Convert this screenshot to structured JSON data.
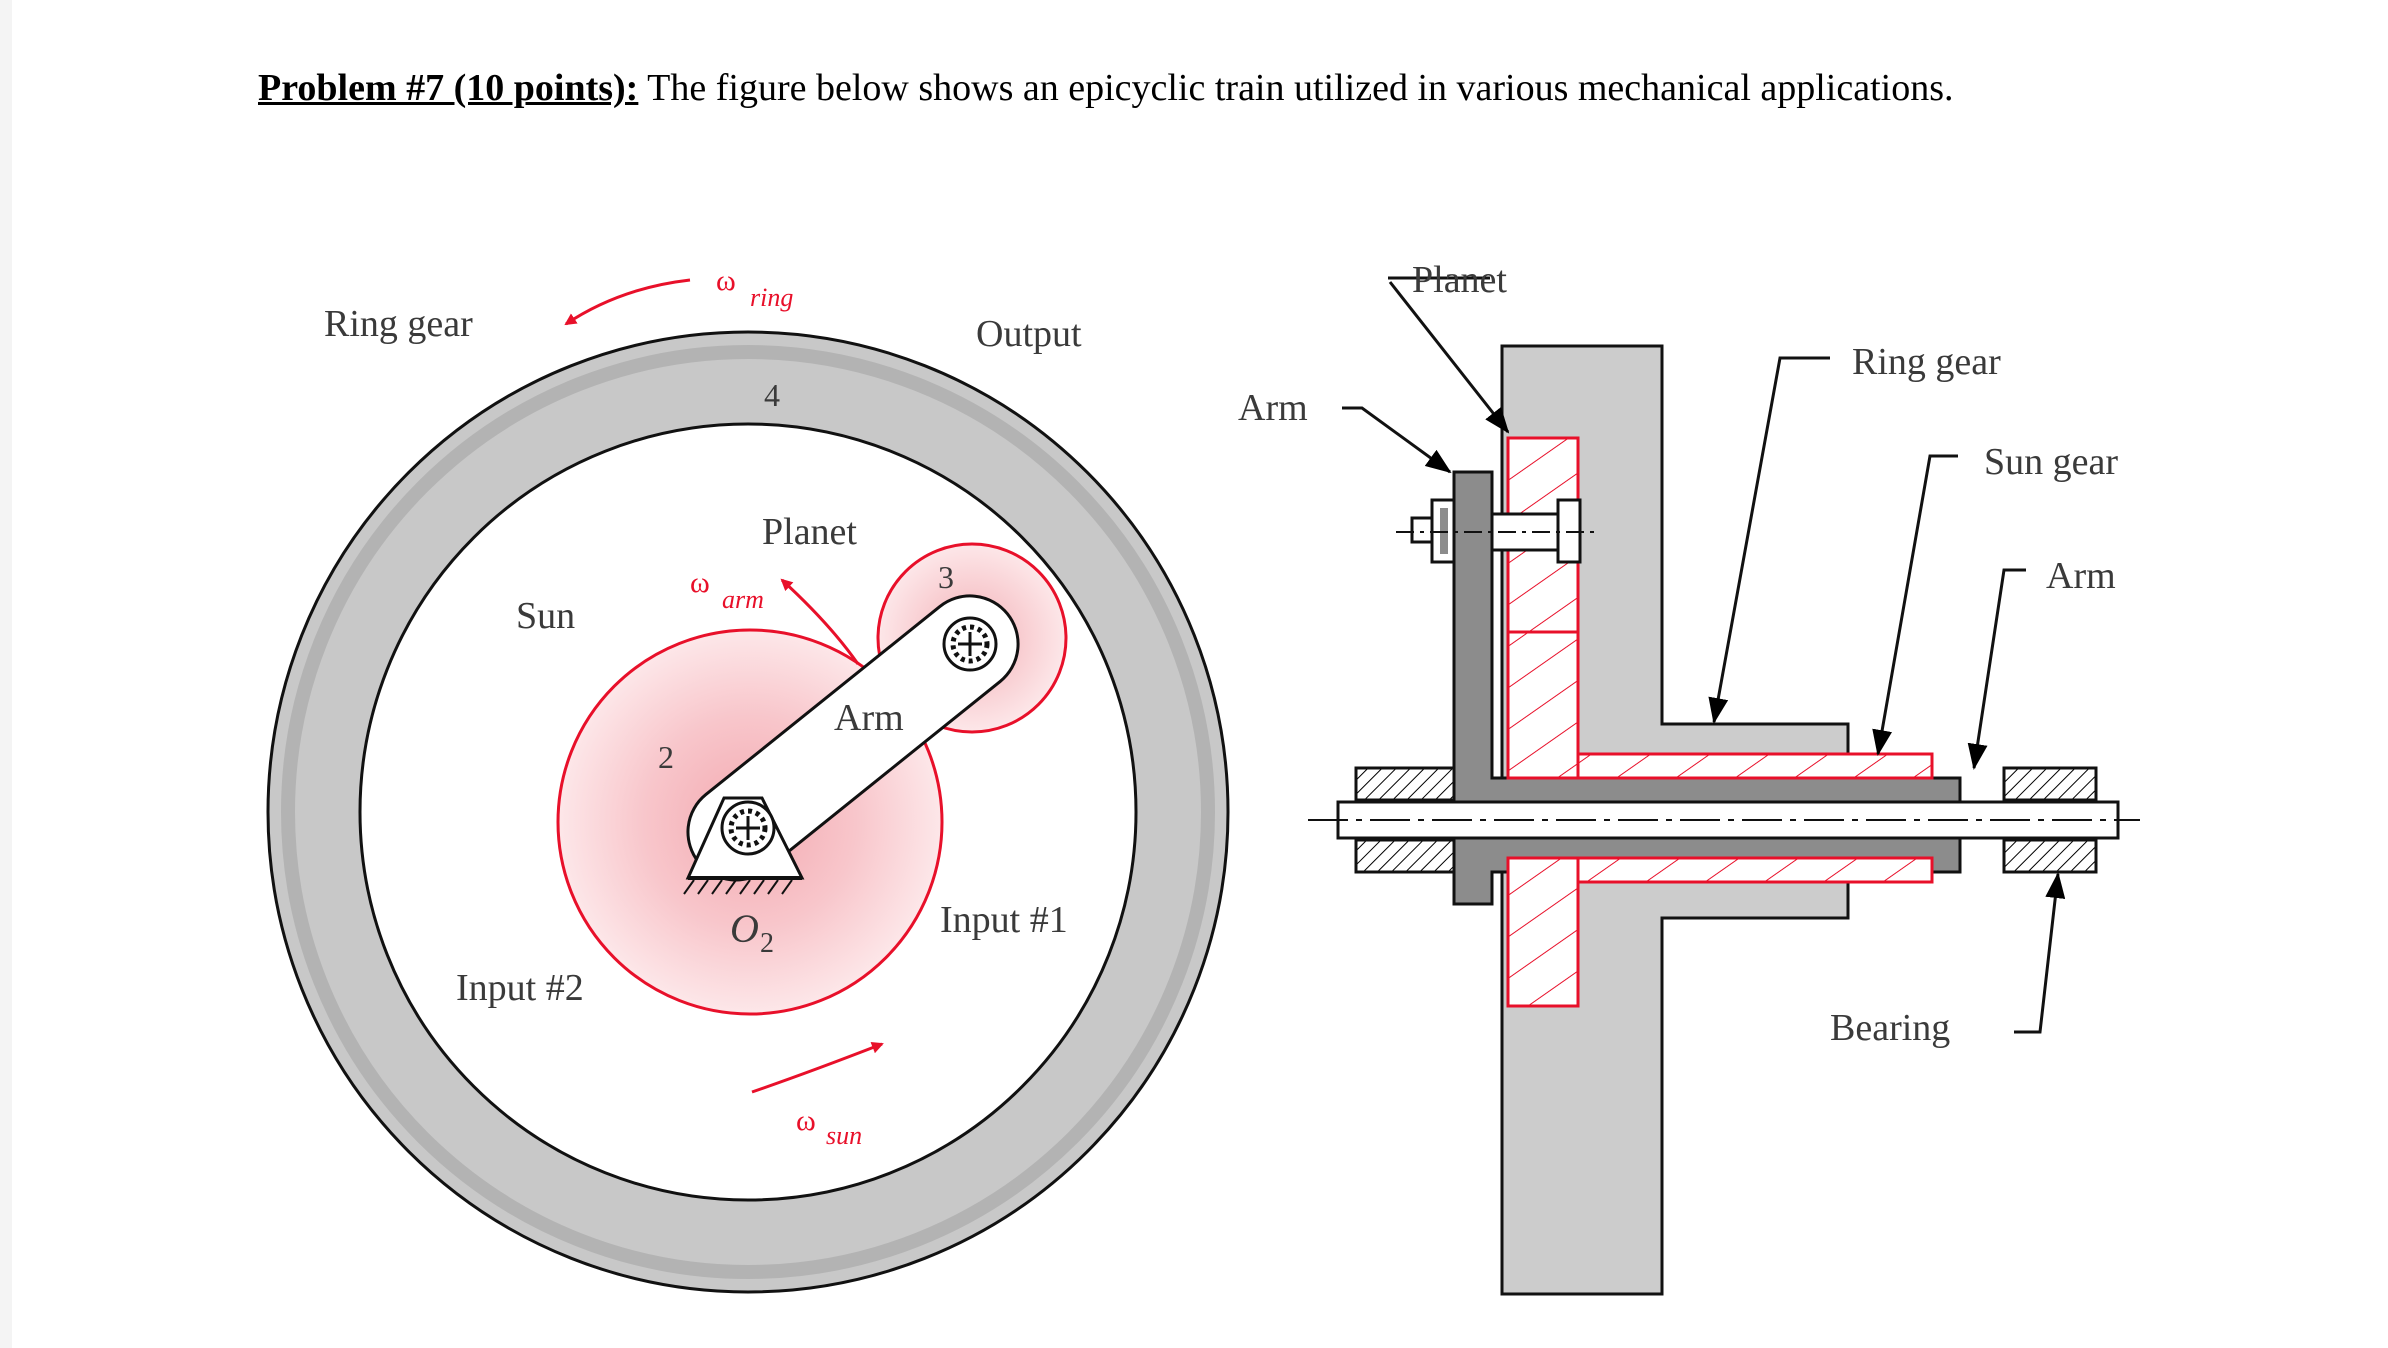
{
  "problem": {
    "label": "Problem #7 (10 points):",
    "text": " The figure below shows an epicyclic train utilized in various mechanical applications."
  },
  "left_view": {
    "ring_gear": "Ring gear",
    "omega_ring_symbol": "ω",
    "omega_ring_sub": "ring",
    "output": "Output",
    "ring_number": "4",
    "planet": "Planet",
    "planet_number": "3",
    "omega_arm_symbol": "ω",
    "omega_arm_sub": "arm",
    "sun": "Sun",
    "sun_number": "2",
    "arm": "Arm",
    "pivot": "O",
    "pivot_sub": "2",
    "input1": "Input #1",
    "input2": "Input #2",
    "omega_sun_symbol": "ω",
    "omega_sun_sub": "sun"
  },
  "right_view": {
    "planet": "Planet",
    "arm_left": "Arm",
    "ring_gear": "Ring gear",
    "sun_gear": "Sun gear",
    "arm_right": "Arm",
    "bearing": "Bearing"
  },
  "colors": {
    "gear_red": "#e8102a",
    "gear_fill": "#f8c8cc",
    "ring_gray": "#cccccc",
    "shaft_gray": "#8c8c8c"
  }
}
